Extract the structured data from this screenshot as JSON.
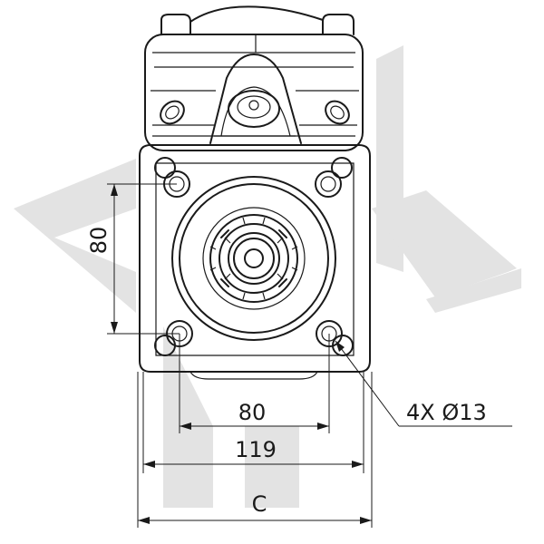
{
  "drawing": {
    "watermark_color": "#e3e3e3",
    "line_color": "#1a1a1a",
    "dimensions": {
      "vertical_bolt_spacing": "80",
      "horizontal_bolt_spacing": "80",
      "flange_width": "119",
      "overall_width": "C",
      "hole_callout": "4X Ø13"
    }
  }
}
